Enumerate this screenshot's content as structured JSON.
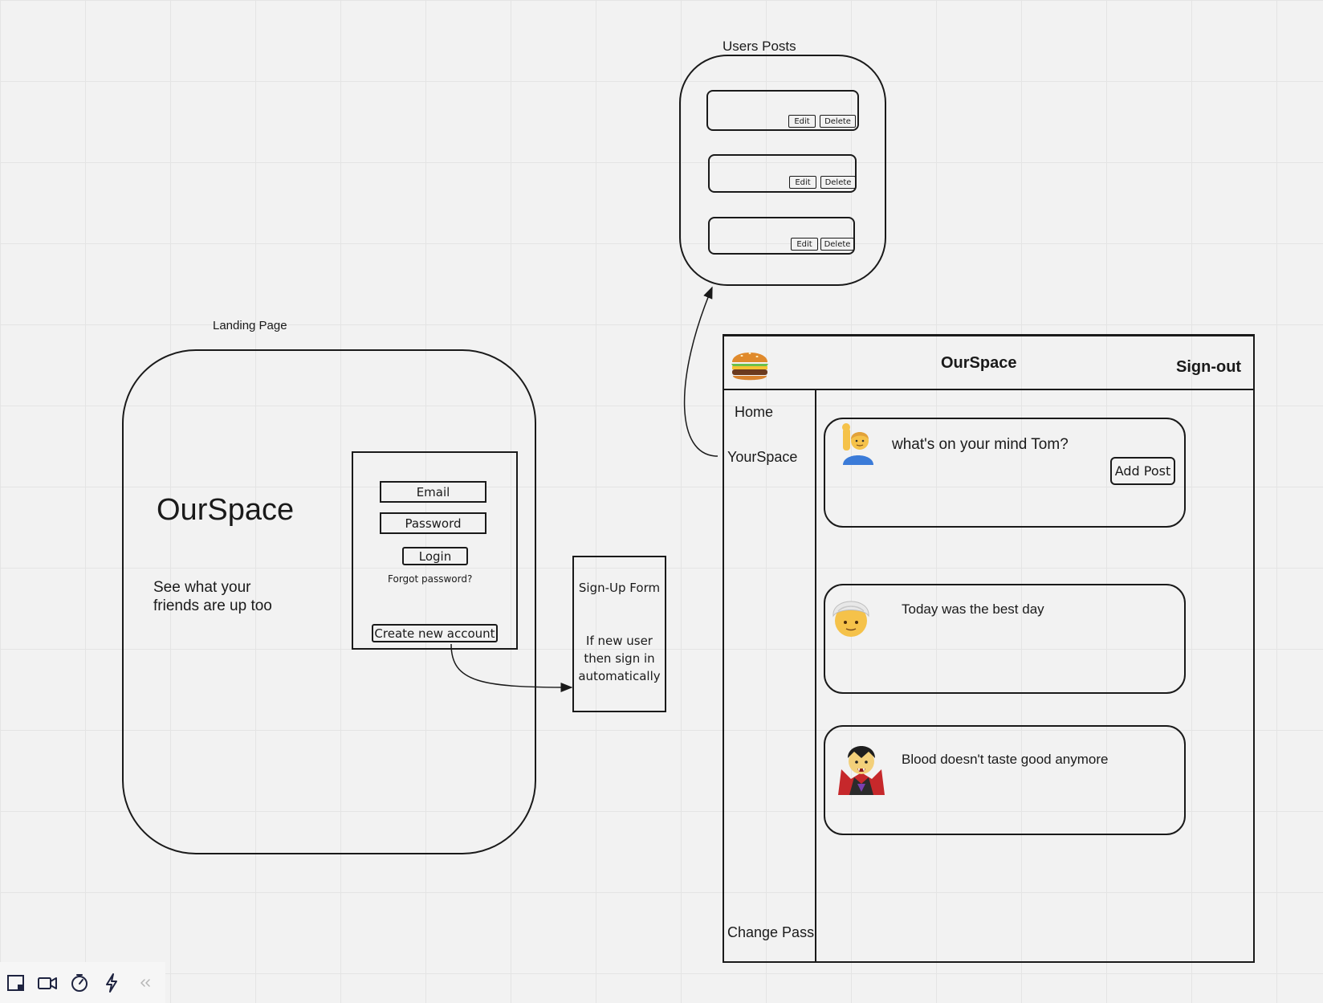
{
  "users_posts": {
    "title": "Users Posts",
    "posts": [
      {
        "edit": "Edit",
        "delete": "Delete"
      },
      {
        "edit": "Edit",
        "delete": "Delete"
      },
      {
        "edit": "Edit",
        "delete": "Delete"
      }
    ]
  },
  "landing": {
    "title": "Landing Page",
    "brand": "OurSpace",
    "tagline_line1": "See what your",
    "tagline_line2": "friends are up too",
    "email": "Email",
    "password": "Password",
    "login": "Login",
    "forgot": "Forgot password?",
    "create": "Create new account"
  },
  "signup": {
    "title": "Sign-Up Form",
    "note_line1": "If new user",
    "note_line2": "then sign in",
    "note_line3": "automatically"
  },
  "home": {
    "logo_icon": "burger-icon",
    "brand": "OurSpace",
    "signout": "Sign-out",
    "nav": {
      "home": "Home",
      "yourspace": "YourSpace",
      "change_pass": "Change Pass"
    },
    "composer": {
      "avatar_icon": "man-raising-hand-icon",
      "prompt": "what's on your mind Tom?",
      "add_post": "Add Post"
    },
    "feed": [
      {
        "avatar_icon": "person-wearing-turban-icon",
        "text": "Today was the best day"
      },
      {
        "avatar_icon": "vampire-icon",
        "text": "Blood doesn't taste good anymore"
      }
    ]
  },
  "toolbar": {
    "items": [
      "sticky-note-icon",
      "video-icon",
      "timer-icon",
      "lightning-icon",
      "collapse-icon"
    ]
  }
}
